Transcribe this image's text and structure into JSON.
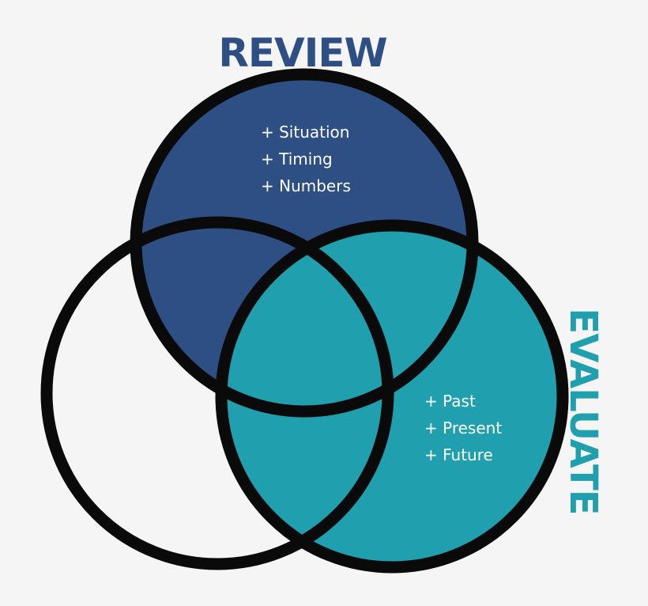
{
  "colors": {
    "background": "#f5f5f6",
    "review_fill": "#2d4f83",
    "evaluate_fill": "#209fae",
    "left_fill": "#f5f5f6",
    "outline": "#0a0a0a",
    "review_title": "#2d4f83",
    "evaluate_title": "#209fae",
    "item_text": "#ffffff"
  },
  "review": {
    "title": "REVIEW",
    "items": [
      "+ Situation",
      "+ Timing",
      "+ Numbers"
    ]
  },
  "evaluate": {
    "title": "EVALUATE",
    "items": [
      "+ Past",
      "+ Present",
      "+ Future"
    ]
  }
}
